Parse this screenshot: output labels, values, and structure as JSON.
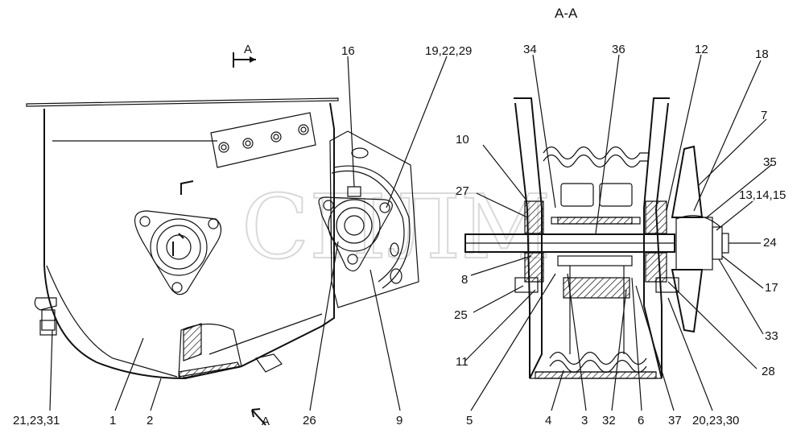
{
  "section_title": "A-A",
  "section_marks": {
    "top": "A",
    "bottom": "A"
  },
  "watermark": "СПЛМ",
  "callouts_left": {
    "c16": "16",
    "c19": "19,22,29",
    "c21": "21,23,31",
    "c1": "1",
    "c2": "2",
    "c26": "26",
    "c9": "9"
  },
  "callouts_right": {
    "c34": "34",
    "c36": "36",
    "c12": "12",
    "c18": "18",
    "c7": "7",
    "c35": "35",
    "c10": "10",
    "c27": "27",
    "c131415": "13,14,15",
    "c24": "24",
    "c8": "8",
    "c17": "17",
    "c25": "25",
    "c33": "33",
    "c11": "11",
    "c28": "28",
    "c5": "5",
    "c4": "4",
    "c3": "3",
    "c32": "32",
    "c6": "6",
    "c37": "37",
    "c202330": "20,23,30"
  }
}
